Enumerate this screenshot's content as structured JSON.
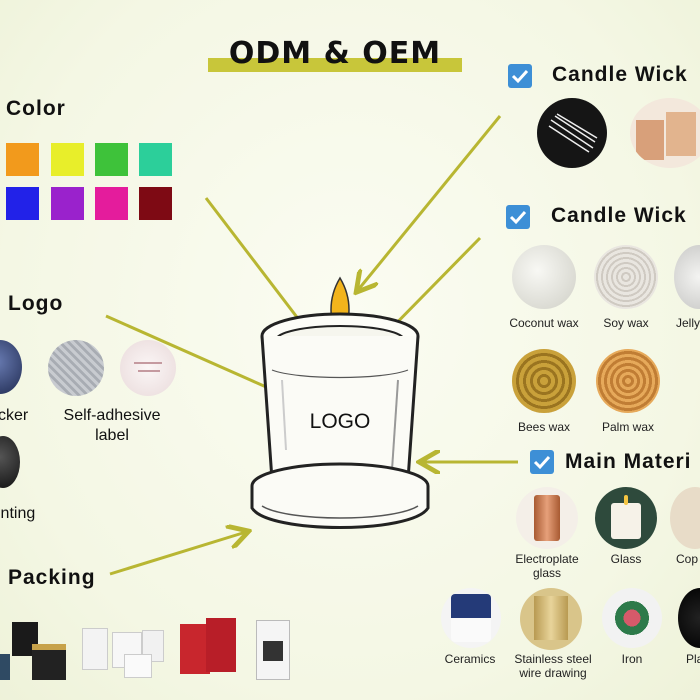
{
  "title": "ODM & OEM",
  "color_section": {
    "title": "Color",
    "swatches": [
      "#f29a1c",
      "#e8ee2a",
      "#3ec23a",
      "#2ccf9a",
      "#2222e8",
      "#9a22cc",
      "#e41c9c",
      "#7e0a14"
    ]
  },
  "logo_section": {
    "title": "Logo",
    "items": [
      "ticker",
      "Self-adhesive label",
      "inting"
    ]
  },
  "packing_section": {
    "title": "Packing"
  },
  "candle": {
    "logo_text": "LOGO"
  },
  "wick_section": {
    "title": "Candle Wick"
  },
  "wax_section": {
    "title": "Candle Wick",
    "items": [
      "Coconut wax",
      "Soy wax",
      "Jelly",
      "Bees wax",
      "Palm wax"
    ]
  },
  "material_section": {
    "title": "Main Materi",
    "items": [
      "Electroplate glass",
      "Glass",
      "Cop",
      "Ceramics",
      "Stainless steel wire drawing",
      "Iron",
      "Pla"
    ]
  },
  "colors": {
    "accent": "#c8c63a",
    "check": "#3d8fd6"
  },
  "icons": [
    "checkbox-icon"
  ]
}
